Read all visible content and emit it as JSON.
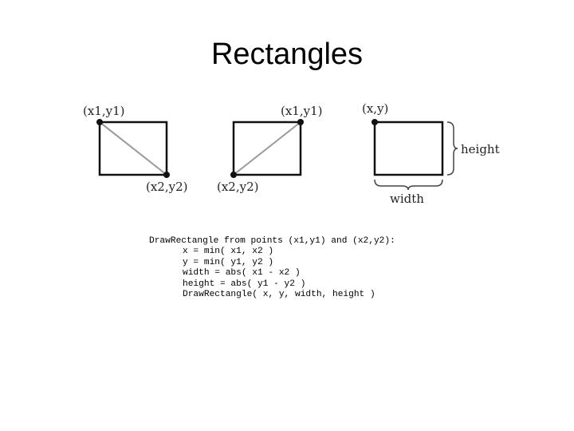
{
  "slide": {
    "title": "Rectangles"
  },
  "figure": {
    "diagram1": {
      "top_left_label": "(x1,y1)",
      "bottom_right_label": "(x2,y2)"
    },
    "diagram2": {
      "top_right_label": "(x1,y1)",
      "bottom_left_label": "(x2,y2)"
    },
    "diagram3": {
      "corner_label": "(x,y)",
      "height_label": "height",
      "width_label": "width"
    }
  },
  "code": {
    "lines": [
      "DrawRectangle from points (x1,y1) and (x2,y2):",
      "x = min( x1, x2 )",
      "y = min( y1, y2 )",
      "width = abs( x1 - x2 )",
      "height = abs( y1 - y2 )",
      "DrawRectangle( x, y, width, height )"
    ]
  }
}
